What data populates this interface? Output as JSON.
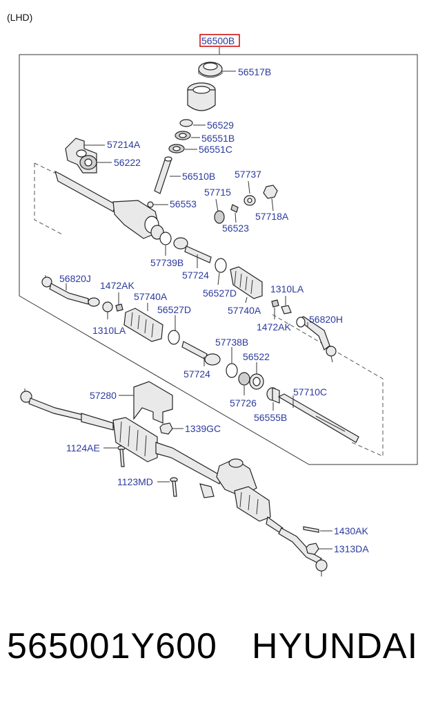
{
  "header": {
    "note": "(LHD)"
  },
  "main_part": {
    "code": "56500B",
    "highlight_color": "#d00000"
  },
  "labels": {
    "l56517B": "56517B",
    "l56529": "56529",
    "l56551B": "56551B",
    "l57214A": "57214A",
    "l56551C": "56551C",
    "l56222": "56222",
    "l56510B": "56510B",
    "l57737": "57737",
    "l57715": "57715",
    "l56553": "56553",
    "l57718A": "57718A",
    "l56523": "56523",
    "l57739B": "57739B",
    "l57724a": "57724",
    "l56820J": "56820J",
    "l1472AKa": "1472AK",
    "l56527Da": "56527D",
    "l1310LAa": "1310LA",
    "l57740Aa": "57740A",
    "l57740Ab": "57740A",
    "l56527Db": "56527D",
    "l56820H": "56820H",
    "l1310LAb": "1310LA",
    "l1472AKb": "1472AK",
    "l57738B": "57738B",
    "l56522": "56522",
    "l57724b": "57724",
    "l57726": "57726",
    "l57710C": "57710C",
    "l56555B": "56555B",
    "l57280": "57280",
    "l1339GC": "1339GC",
    "l1124AE": "1124AE",
    "l1123MD": "1123MD",
    "l1430AK": "1430AK",
    "l1313DA": "1313DA"
  },
  "footer": {
    "part_number": "565001Y600",
    "brand": "HYUNDAI"
  },
  "colors": {
    "label": "#2b3a9e",
    "line": "#333333"
  }
}
